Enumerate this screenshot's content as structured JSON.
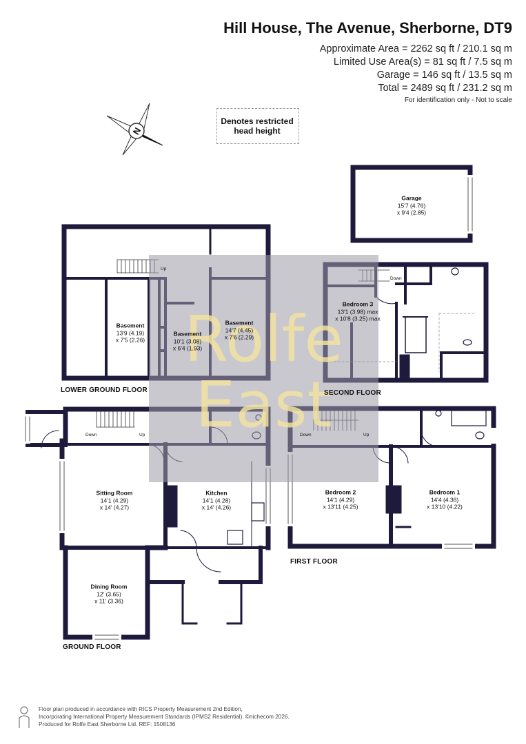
{
  "header": {
    "title": "Hill House, The Avenue, Sherborne, DT9",
    "area_lines": [
      "Approximate Area = 2262 sq ft / 210.1 sq m",
      "Limited Use Area(s) = 81 sq ft / 7.5 sq m",
      "Garage = 146 sq ft / 13.5 sq m",
      "Total = 2489 sq ft / 231.2 sq m"
    ],
    "identification": "For identification only - Not to scale"
  },
  "compass": {
    "letter": "N"
  },
  "restricted_note": {
    "line1": "Denotes restricted",
    "line2": "head height"
  },
  "watermark": {
    "line1": "Rolfe",
    "line2": "East"
  },
  "floors": {
    "lower_ground": "LOWER GROUND FLOOR",
    "ground": "GROUND FLOOR",
    "first": "FIRST FLOOR",
    "second": "SECOND FLOOR"
  },
  "rooms": {
    "garage": {
      "name": "Garage",
      "dim1": "15'7 (4.76)",
      "dim2": "x 9'4 (2.85)"
    },
    "basement1": {
      "name": "Basement",
      "dim1": "13'9 (4.19)",
      "dim2": "x 7'5 (2.26)"
    },
    "basement2": {
      "name": "Basement",
      "dim1": "10'1 (3.08)",
      "dim2": "x 6'4 (1.93)"
    },
    "basement3": {
      "name": "Basement",
      "dim1": "14'7 (4.45)",
      "dim2": "x 7'6 (2.29)"
    },
    "bedroom3": {
      "name": "Bedroom 3",
      "dim1": "13'1 (3.98) max",
      "dim2": "x 10'8 (3.25) max"
    },
    "sitting": {
      "name": "Sitting Room",
      "dim1": "14'1 (4.29)",
      "dim2": "x 14' (4.27)"
    },
    "kitchen": {
      "name": "Kitchen",
      "dim1": "14'1 (4.28)",
      "dim2": "x 14' (4.26)"
    },
    "dining": {
      "name": "Dining Room",
      "dim1": "12' (3.65)",
      "dim2": "x 11' (3.36)"
    },
    "bedroom2": {
      "name": "Bedroom 2",
      "dim1": "14'1 (4.29)",
      "dim2": "x 13'11 (4.25)"
    },
    "bedroom1": {
      "name": "Bedroom 1",
      "dim1": "14'4 (4.36)",
      "dim2": "x 13'10 (4.22)"
    }
  },
  "stairs": {
    "up": "Up",
    "down": "Down"
  },
  "footer": {
    "line1": "Floor plan produced in accordance with RICS Property Measurement 2nd Edition,",
    "line2": "Incorporating International Property Measurement Standards (IPMS2 Residential).  ©nichecom 2026.",
    "line3": "Produced for Rolfe East Sherborne Ltd.   REF: 1508136"
  }
}
